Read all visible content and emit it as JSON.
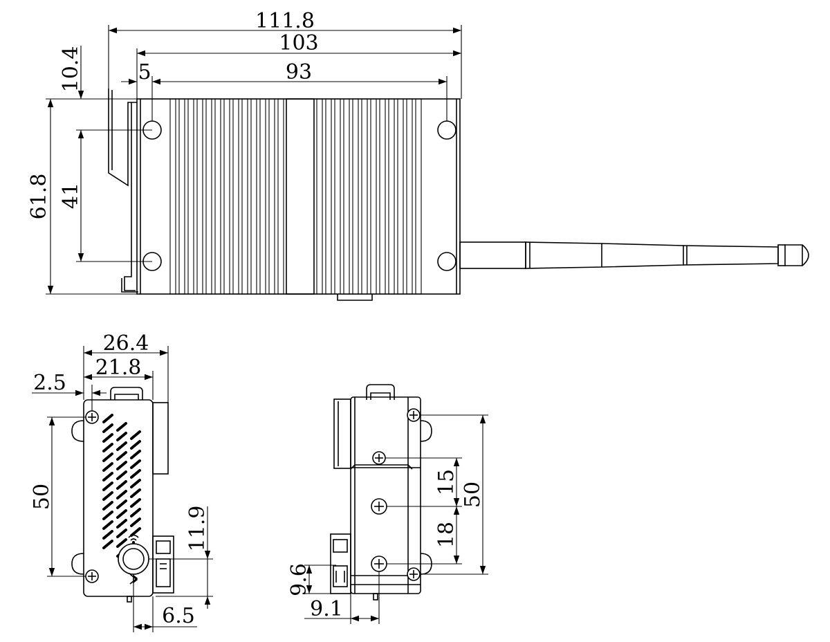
{
  "drawing": {
    "top_view": {
      "overall_length": "111.8",
      "body_length": "103",
      "hole_spacing_x": "93",
      "hole_offset_x": "5",
      "hole_offset_y": "10.4",
      "overall_height": "61.8",
      "hole_spacing_y": "41"
    },
    "side_view_left": {
      "overall_width": "26.4",
      "body_width": "21.8",
      "flange_offset": "2.5",
      "hole_spacing": "50",
      "antenna_height": "11.9",
      "antenna_offset": "6.5"
    },
    "side_view_right": {
      "screw_spacing_1": "15",
      "screw_spacing_2": "18",
      "hole_spacing": "50",
      "port_height": "9.6",
      "port_offset": "9.1"
    }
  }
}
